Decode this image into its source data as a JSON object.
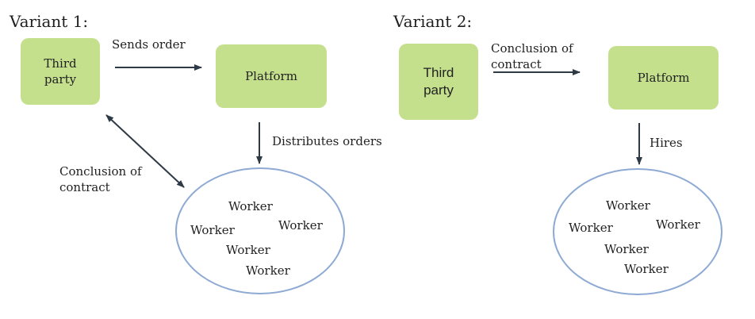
{
  "variant1": {
    "title": "Variant 1:",
    "third_party": "Third\nparty",
    "platform": "Platform",
    "sends_order": "Sends order",
    "distributes_orders": "Distributes orders",
    "conclusion": "Conclusion of\ncontract",
    "workers": [
      "Worker",
      "Worker",
      "Worker",
      "Worker",
      "Worker"
    ]
  },
  "variant2": {
    "title": "Variant 2:",
    "third_party": "Third\nparty",
    "platform": "Platform",
    "conclusion": "Conclusion of\ncontract",
    "hires": "Hires",
    "workers": [
      "Worker",
      "Worker",
      "Worker",
      "Worker",
      "Worker"
    ]
  },
  "colors": {
    "box_fill": "#c5e08d",
    "ellipse_stroke": "#8eaad4",
    "arrow": "#2e3a46"
  }
}
